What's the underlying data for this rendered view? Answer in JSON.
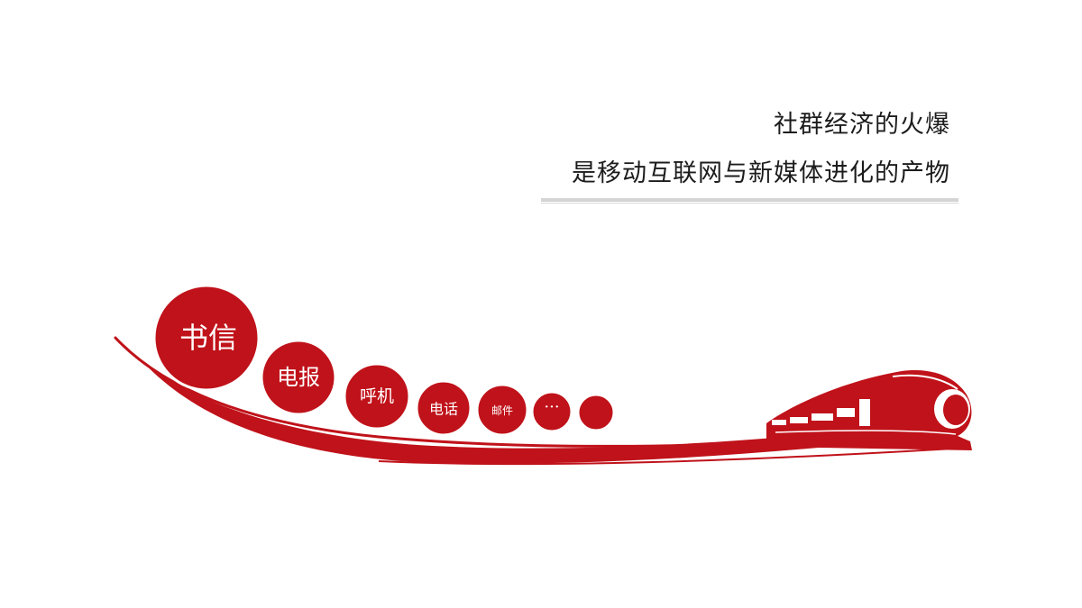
{
  "headline": {
    "line1": "社群经济的火爆",
    "line2": "是移动互联网与新媒体进化的产物"
  },
  "bubbles": [
    {
      "label": "书信"
    },
    {
      "label": "电报"
    },
    {
      "label": "呼机"
    },
    {
      "label": "电话"
    },
    {
      "label": "邮件"
    },
    {
      "label": "···"
    },
    {
      "label": ""
    }
  ],
  "colors": {
    "accent": "#c0121a",
    "text": "#1c1c1c",
    "divider": "#d4d4d4",
    "background": "#ffffff"
  },
  "icons": {
    "vehicle": "high-speed-train-icon",
    "trail": "swoosh-trail"
  }
}
